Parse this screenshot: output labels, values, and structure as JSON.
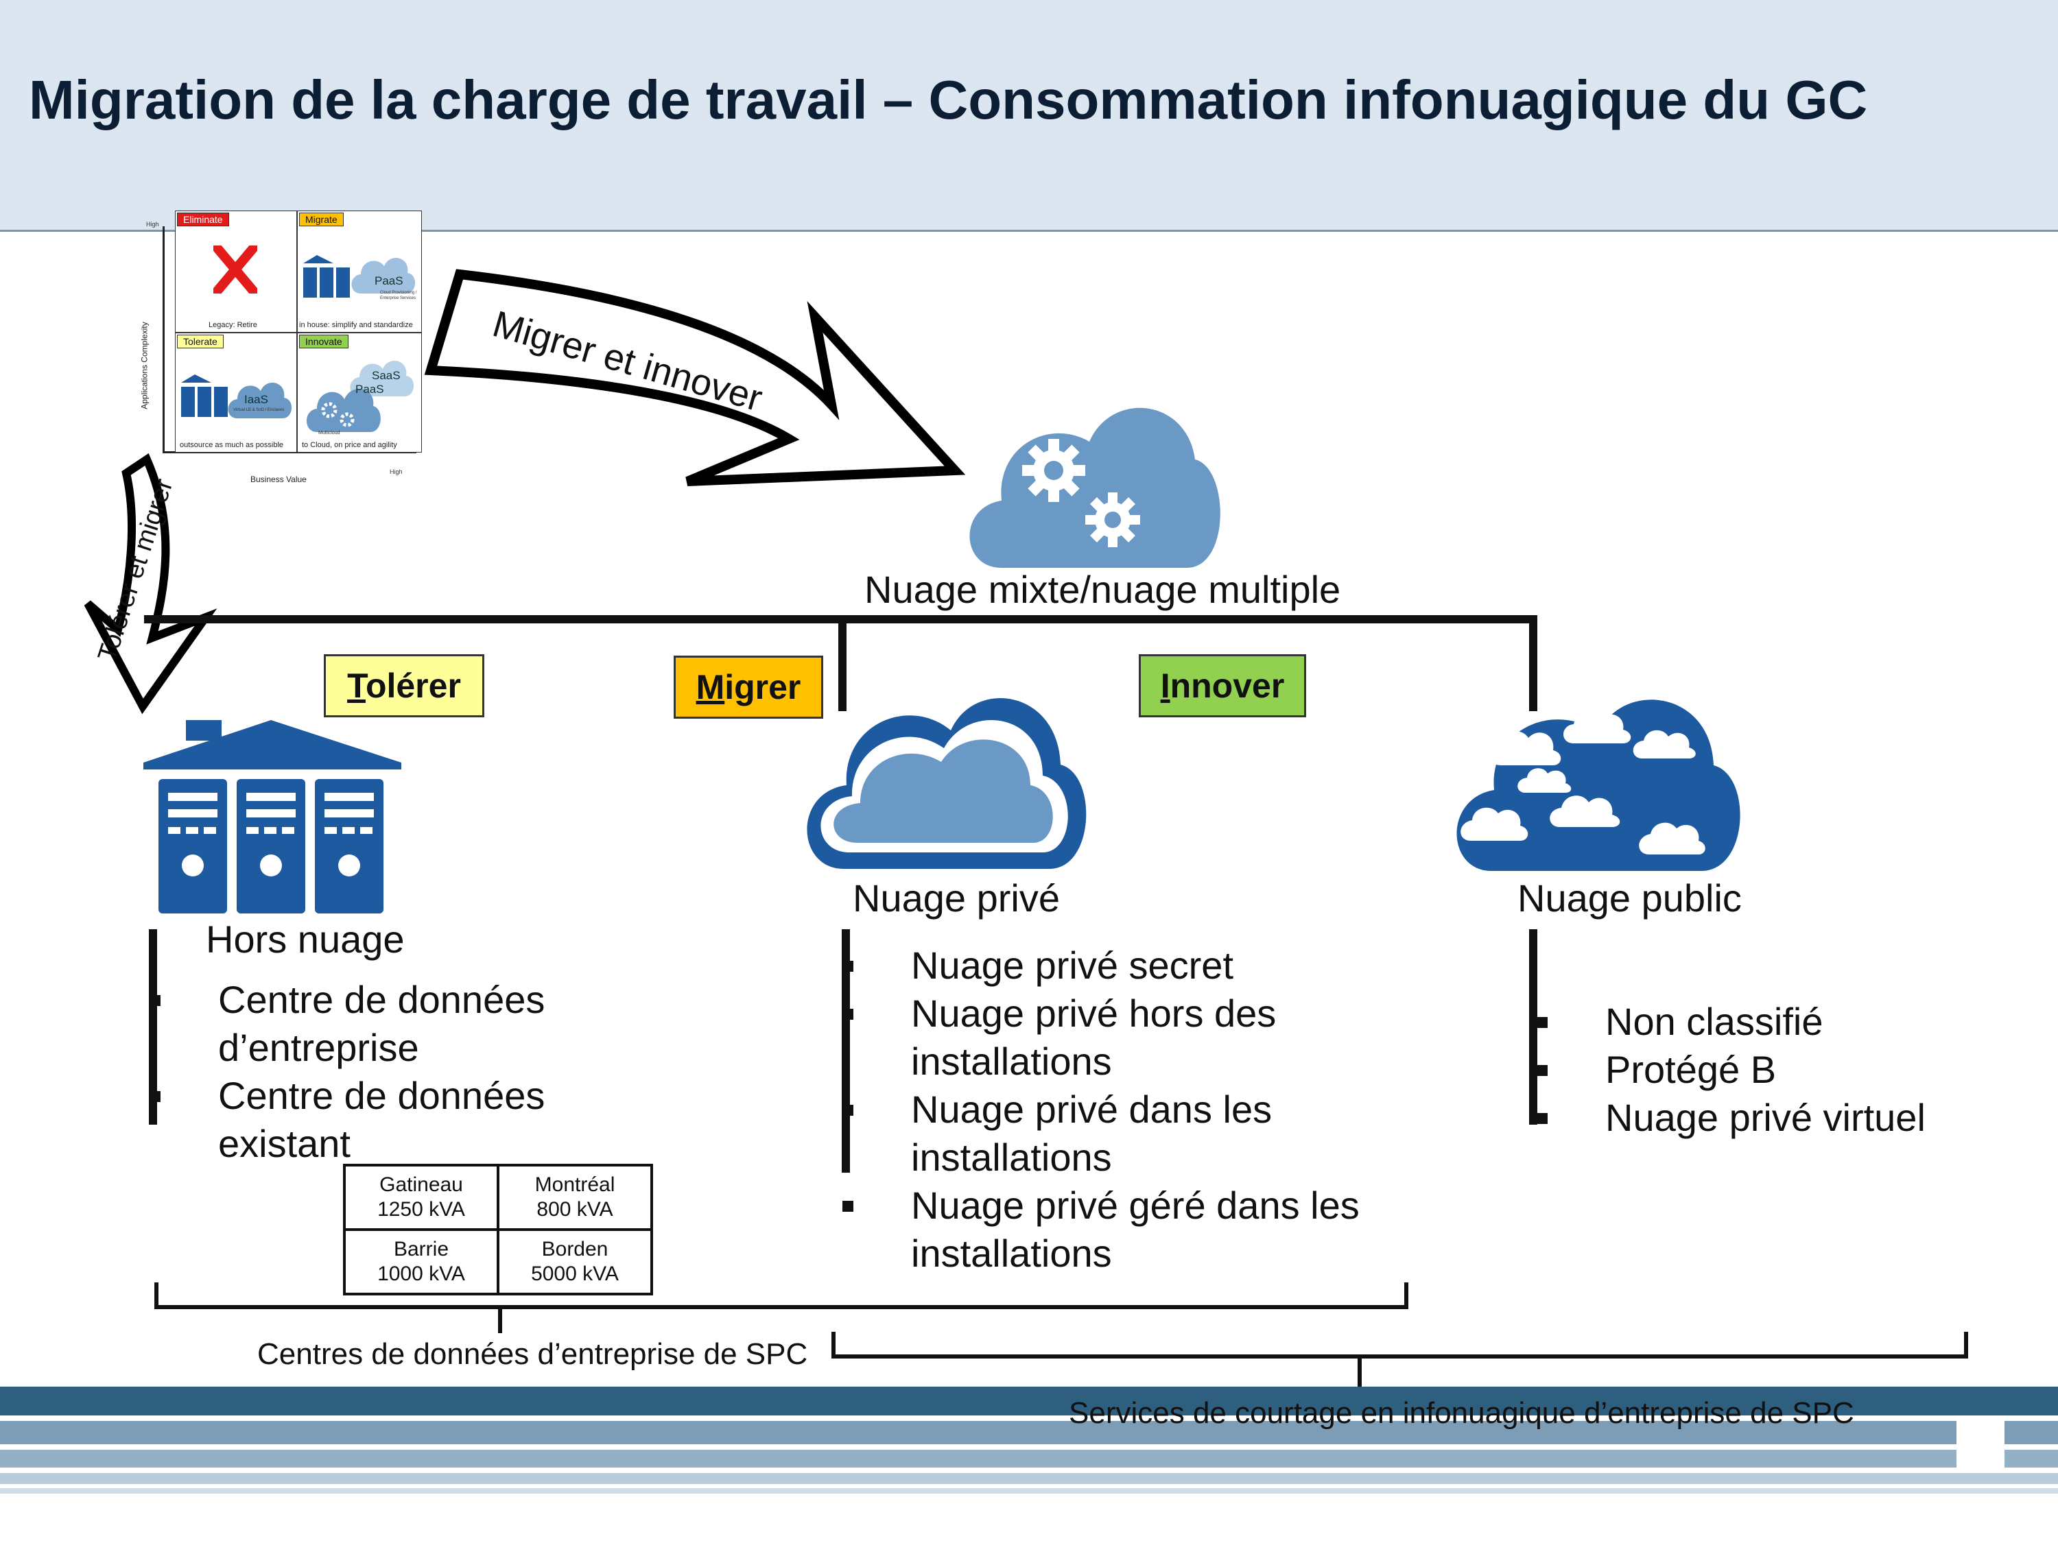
{
  "title": "Migration de la charge de travail – Consommation infonuagique du GC",
  "matrix": {
    "y_axis_label": "Applications Complexity",
    "x_axis_label": "Business Value",
    "y_high": "High",
    "x_high": "High",
    "quadrants": {
      "eliminate": {
        "tag": "Eliminate",
        "caption": "Legacy: Retire"
      },
      "migrate": {
        "tag": "Migrate",
        "cloud_label": "PaaS",
        "subtext": "Cloud Provisioning / Enterprise Services",
        "caption": "in house: simplify and standardize"
      },
      "tolerate": {
        "tag": "Tolerate",
        "cloud_label": "IaaS",
        "subtext": "Virtual LB & SoD / Enclaves",
        "caption": "outsource as much as possible"
      },
      "innovate": {
        "tag": "Innovate",
        "cloud_label_1": "SaaS",
        "cloud_label_2": "PaaS",
        "subtext": "Multicloud",
        "caption": "to Cloud, on price and agility"
      }
    },
    "colors": {
      "eliminate": "#e31b1b",
      "migrate": "#ffc000",
      "tolerate": "#ffff99",
      "innovate": "#92d050"
    }
  },
  "arrows": {
    "migrate_innovate": "Migrer et innover",
    "tolerate_migrate": "Tolérer et migrer"
  },
  "hybrid_cloud_label": "Nuage mixte/nuage multiple",
  "category_boxes": {
    "tolerer": {
      "first": "T",
      "rest": "olérer",
      "color": "#ffff99"
    },
    "migrer": {
      "first": "M",
      "rest": "igrer",
      "color": "#ffc000"
    },
    "innover": {
      "first": "I",
      "rest": "nnover",
      "color": "#92d050"
    }
  },
  "columns": {
    "hors_nuage": {
      "label": "Hors nuage",
      "items": [
        "Centre de données d’entreprise",
        "Centre de données existant"
      ]
    },
    "nuage_prive": {
      "label": "Nuage privé",
      "items": [
        "Nuage privé secret",
        "Nuage privé hors des installations",
        "Nuage privé dans les installations",
        "Nuage privé géré dans les installations"
      ]
    },
    "nuage_public": {
      "label": "Nuage public",
      "items": [
        "Non classifié",
        "Protégé B",
        "Nuage privé virtuel"
      ]
    }
  },
  "datacenters": [
    {
      "name": "Gatineau",
      "power": "1250 kVA"
    },
    {
      "name": "Montréal",
      "power": "800 kVA"
    },
    {
      "name": "Barrie",
      "power": "1000 kVA"
    },
    {
      "name": "Borden",
      "power": "5000 kVA"
    }
  ],
  "braces": {
    "left": "Centres de données d’entreprise de SPC",
    "right": "Services de courtage en infonuagique d’entreprise de SPC"
  },
  "palette": {
    "header_bg": "#dbe6f1",
    "cloud_light": "#6a99c6",
    "cloud_dark": "#1e5aa0",
    "server_blue": "#1e5aa0",
    "footer_dark": "#2e5f7f",
    "footer_mid": "#7c9db5",
    "footer_light": "#b9cbd9"
  }
}
